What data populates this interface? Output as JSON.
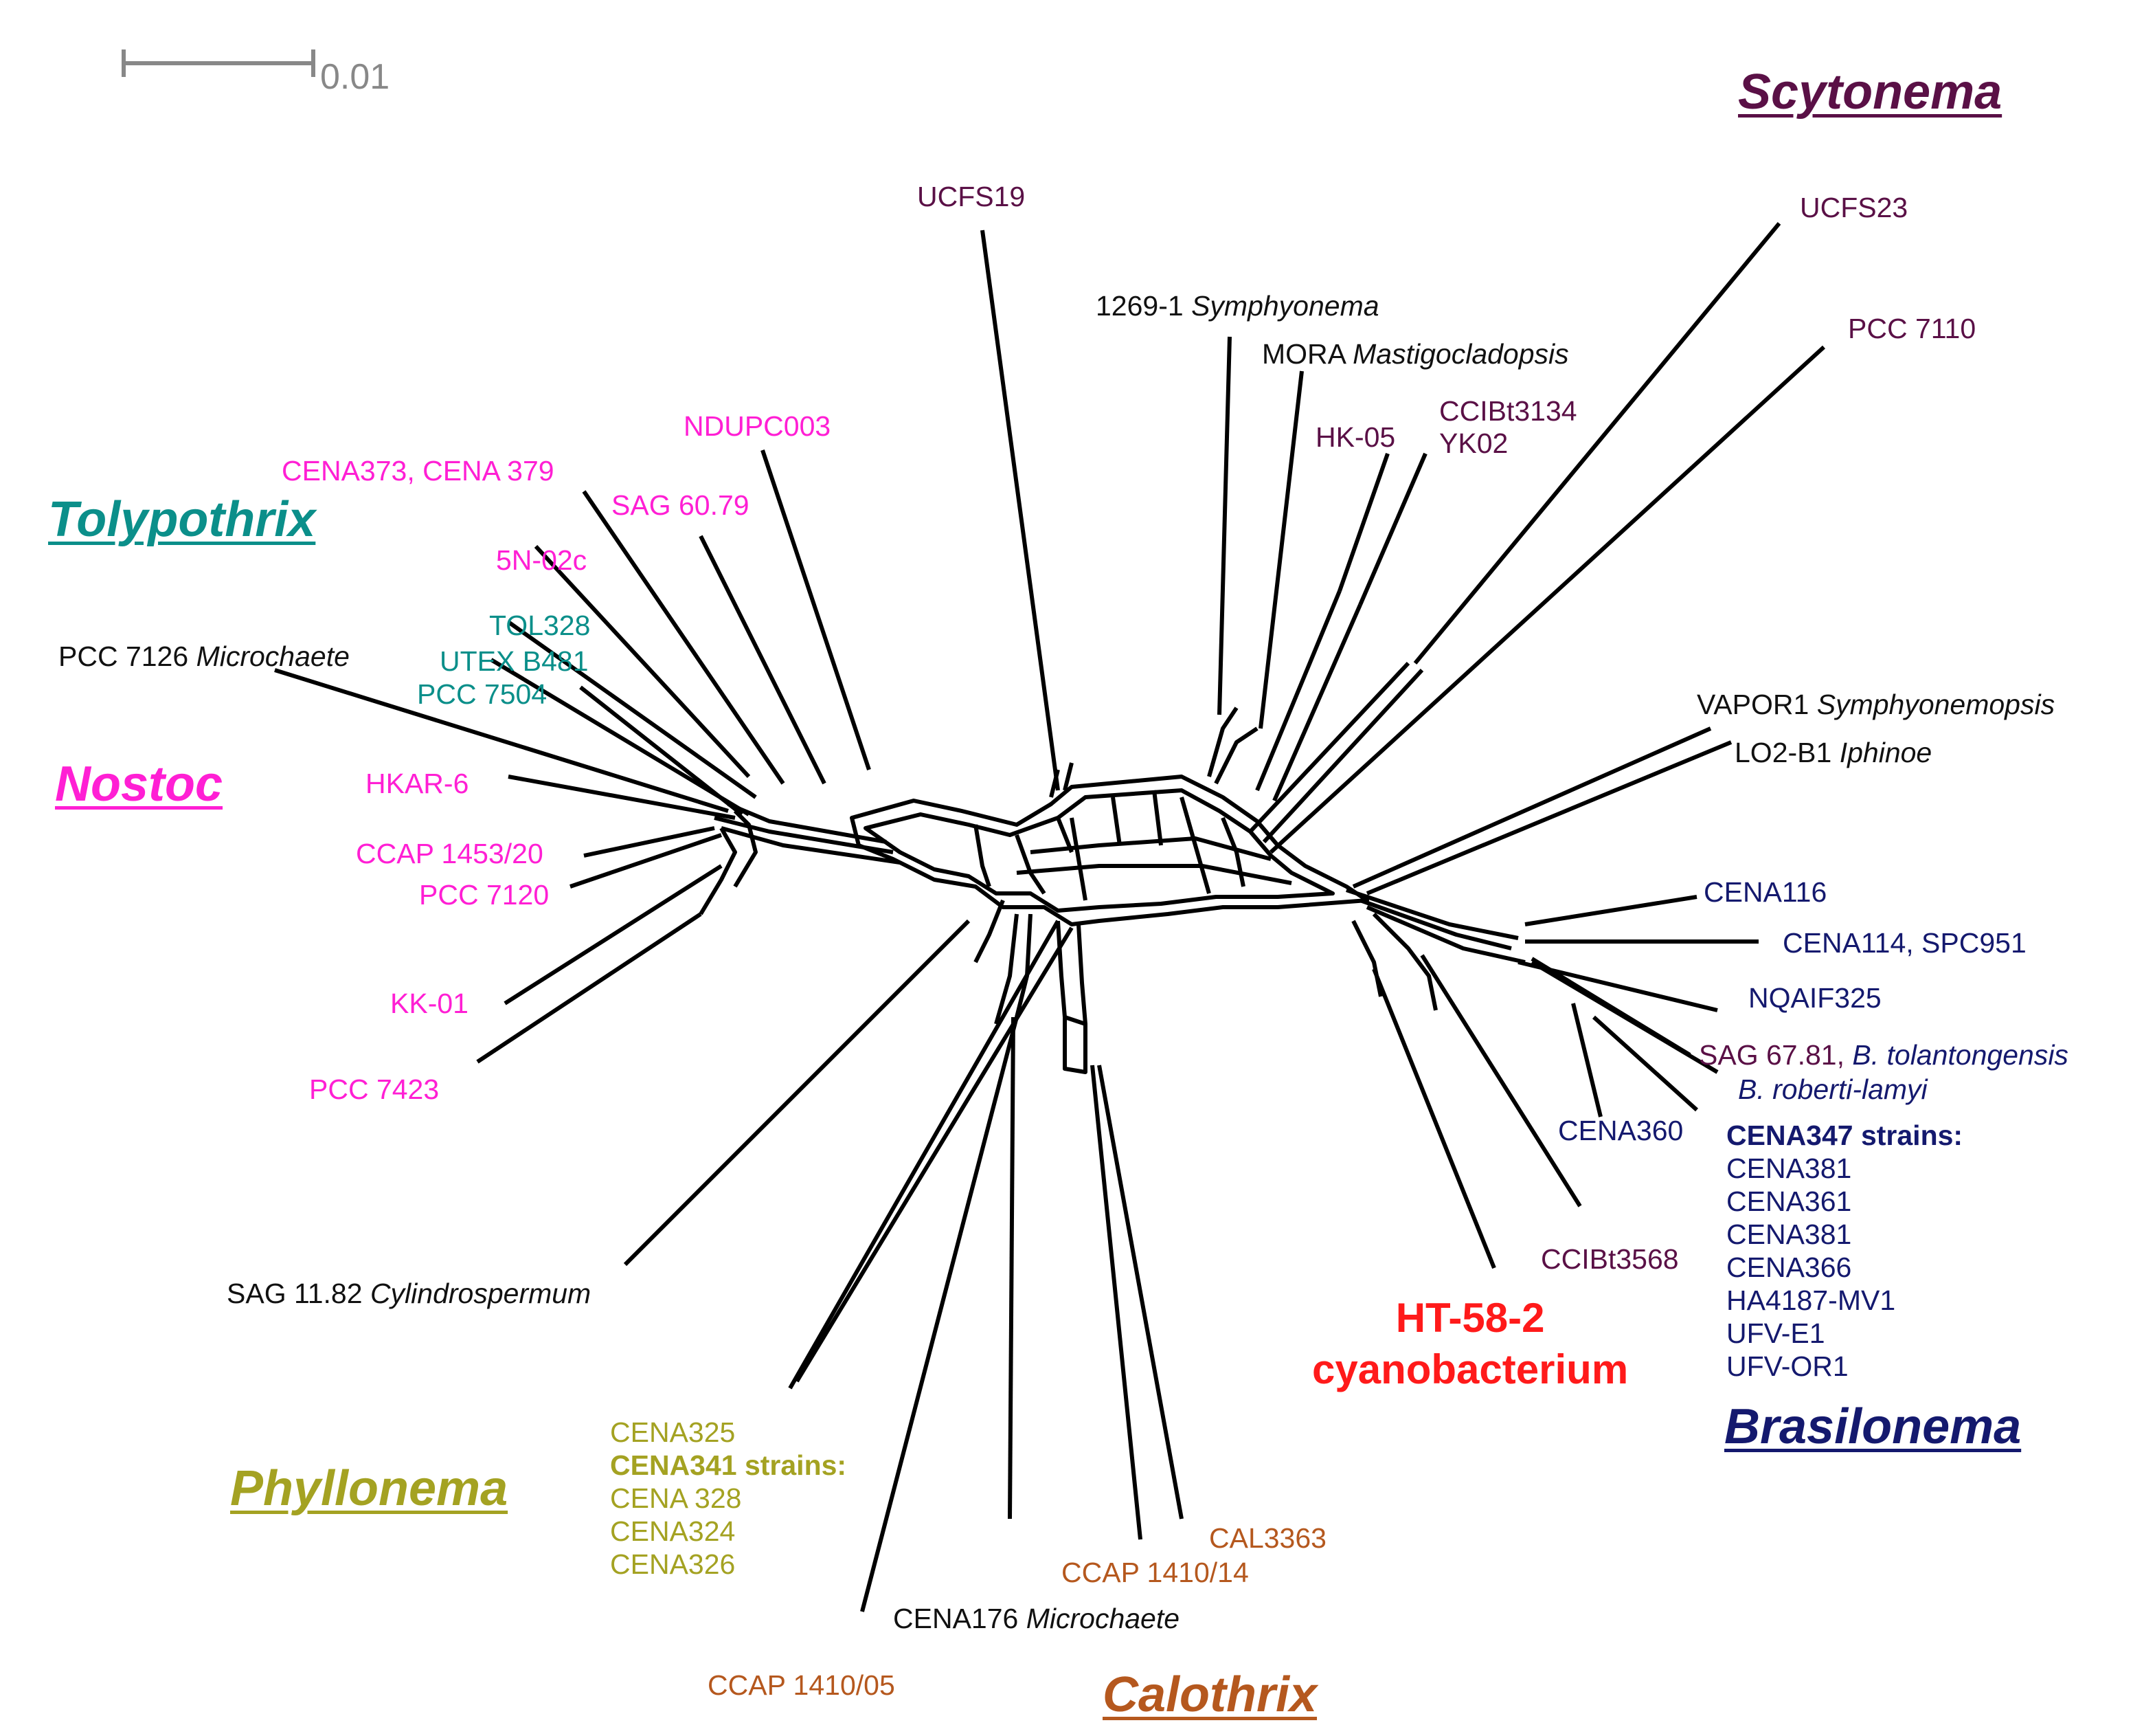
{
  "scale_bar": {
    "label": "0.01"
  },
  "genera": {
    "scytonema": "Scytonema",
    "tolypothrix": "Tolypothrix",
    "nostoc": "Nostoc",
    "brasilonema": "Brasilonema",
    "phyllonema": "Phyllonema",
    "calothrix": "Calothrix"
  },
  "colors": {
    "scytonema": "#5a1046",
    "tolypothrix": "#0b8f8a",
    "nostoc": "#ff1fd4",
    "brasilonema": "#14196e",
    "phyllonema": "#a4a222",
    "calothrix": "#b5581e",
    "highlight": "#ff1a1a"
  },
  "taxa": {
    "ucfs19": "UCFS19",
    "ucfs23": "UCFS23",
    "pcc7110": "PCC 7110",
    "symphyonema_strain": "1269-1",
    "symphyonema_genus": "Symphyonema",
    "mastigocladopsis_strain": "MORA",
    "mastigocladopsis_genus": "Mastigocladopsis",
    "hk05": "HK-05",
    "ccibt3134": "CCIBt3134",
    "yk02": "YK02",
    "ndupc003": "NDUPC003",
    "cena373": "CENA373, CENA 379",
    "sag6079": "SAG 60.79",
    "n5n02c": "5N-02c",
    "tol328": "TOL328",
    "utexb481": "UTEX B481",
    "pcc7504": "PCC 7504",
    "microchaete_strain": "PCC 7126",
    "microchaete_genus": "Microchaete",
    "hkar6": "HKAR-6",
    "ccap1453": "CCAP 1453/20",
    "pcc7120": "PCC 7120",
    "kk01": "KK-01",
    "pcc7423": "PCC 7423",
    "cylindro_strain": "SAG 11.82",
    "cylindro_genus": "Cylindrospermum",
    "vapor1_strain": "VAPOR1",
    "vapor1_genus": "Symphyonemopsis",
    "lo2b1_strain": "LO2-B1",
    "lo2b1_genus": "Iphinoe",
    "cena116": "CENA116",
    "cena114": "CENA114, SPC951",
    "nqaif325": "NQAIF325",
    "sag6781": "SAG 67.81,",
    "tolantongensis": "B. tolantongensis",
    "roberti": "B. roberti-lamyi",
    "cena360": "CENA360",
    "ccibt3568": "CCIBt3568",
    "cena347_heading": "CENA347 strains:",
    "cena347_list": [
      "CENA381",
      "CENA361",
      "CENA381",
      "CENA366",
      "HA4187-MV1",
      "UFV-E1",
      "UFV-OR1"
    ],
    "cena325": "CENA325",
    "cena341_heading": "CENA341 strains:",
    "cena341_list": [
      "CENA 328",
      "CENA324",
      "CENA326"
    ],
    "cal3363": "CAL3363",
    "ccap141014": "CCAP 1410/14",
    "cena176_strain": "CENA176",
    "cena176_genus": "Microchaete",
    "ccap141005": "CCAP 1410/05"
  },
  "highlight": {
    "line1": "HT-58-2",
    "line2": "cyanobacterium"
  }
}
